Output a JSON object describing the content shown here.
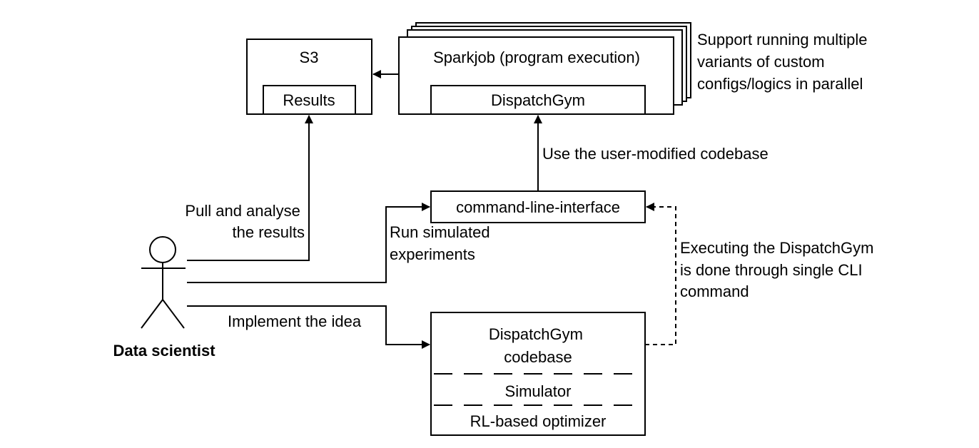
{
  "s3": {
    "title": "S3",
    "results": "Results"
  },
  "sparkjob": {
    "title": "Sparkjob (program execution)",
    "inner": "DispatchGym"
  },
  "parallel_note": {
    "lines": [
      "Support running multiple",
      "variants of custom",
      "configs/logics in parallel"
    ]
  },
  "edges": {
    "use_codebase": "Use the user-modified codebase",
    "pull_results": [
      "Pull and analyse",
      "the results"
    ],
    "run_experiments": [
      "Run simulated",
      "experiments"
    ],
    "implement_idea": "Implement the idea",
    "executing_note": [
      "Executing the DispatchGym",
      "is done through single CLI",
      "command"
    ]
  },
  "cli": {
    "label": "command-line-interface"
  },
  "codebase": {
    "title": [
      "DispatchGym",
      "codebase"
    ],
    "simulator": "Simulator",
    "optimizer": "RL-based optimizer"
  },
  "actor": {
    "label": "Data scientist"
  }
}
